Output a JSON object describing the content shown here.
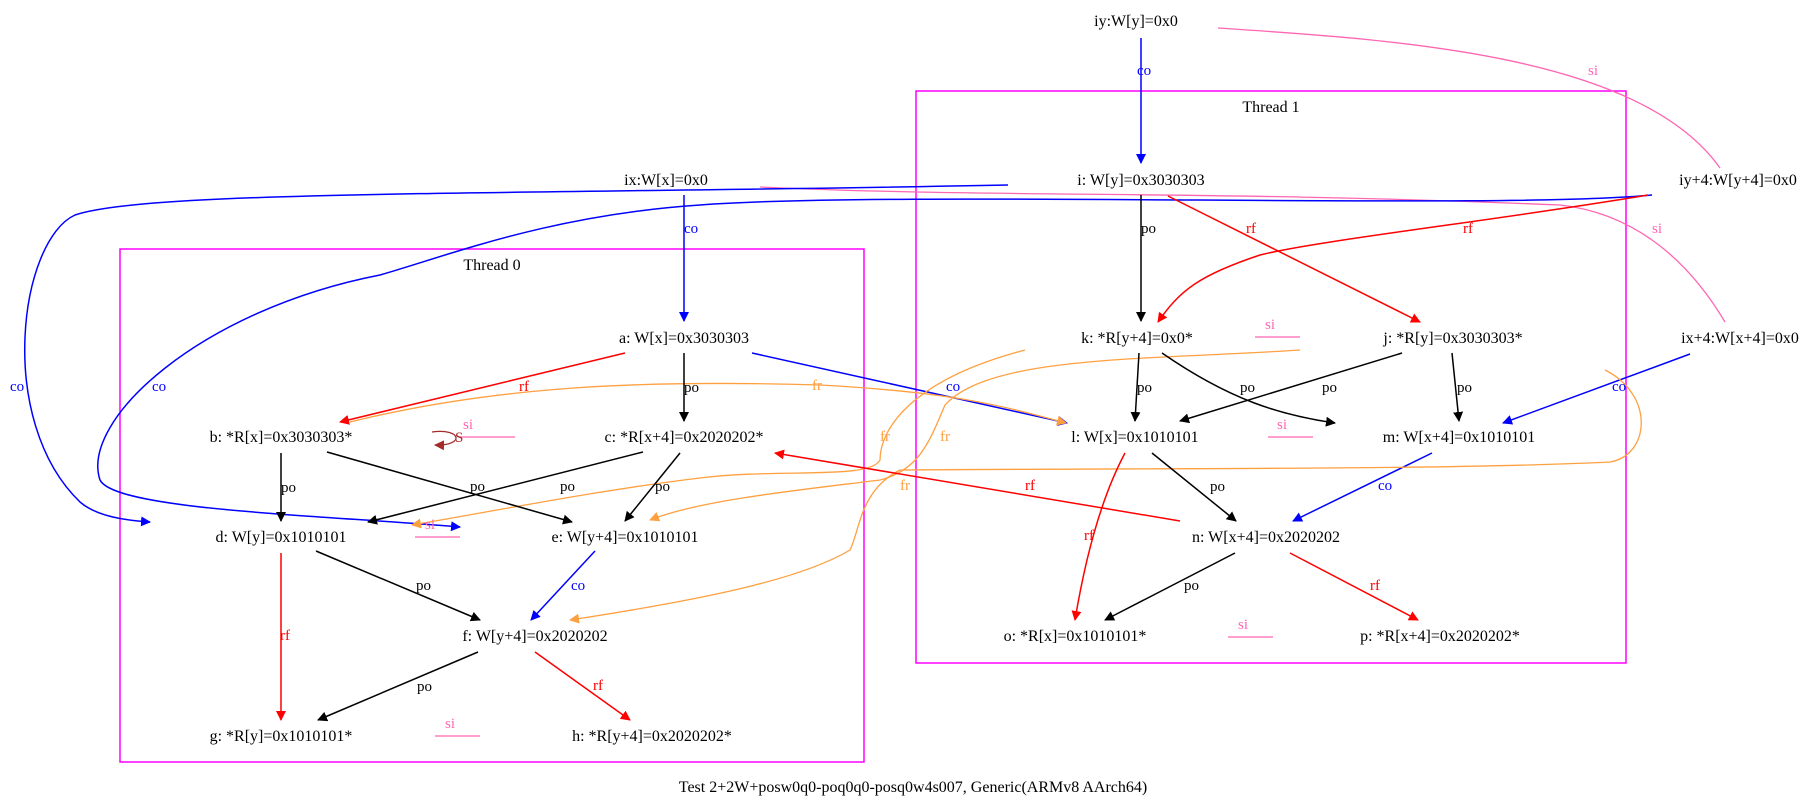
{
  "caption": "Test 2+2W+posw0q0-poq0q0-posq0w4s007, Generic(ARMv8 AArch64)",
  "colors": {
    "po": "#000000",
    "rf": "#ff0000",
    "co": "#0000ff",
    "fr": "#ffa040",
    "si": "#ff66b2",
    "cluster": "#ff00ff",
    "self_loop": "#a52a2a"
  },
  "clusters": {
    "thread0": "Thread 0",
    "thread1": "Thread 1"
  },
  "nodes": {
    "iy": "iy:W[y]=0x0",
    "ix": "ix:W[x]=0x0",
    "iy4": "iy+4:W[y+4]=0x0",
    "ix4": "ix+4:W[x+4]=0x0",
    "a": "a: W[x]=0x3030303",
    "b": "b: *R[x]=0x3030303*",
    "c": "c: *R[x+4]=0x2020202*",
    "d": "d: W[y]=0x1010101",
    "e": "e: W[y+4]=0x1010101",
    "f": "f: W[y+4]=0x2020202",
    "g": "g: *R[y]=0x1010101*",
    "h": "h: *R[y+4]=0x2020202*",
    "i": "i: W[y]=0x3030303",
    "j": "j: *R[y]=0x3030303*",
    "k": "k: *R[y+4]=0x0*",
    "l": "l: W[x]=0x1010101",
    "m": "m: W[x+4]=0x1010101",
    "n": "n: W[x+4]=0x2020202",
    "o": "o: *R[x]=0x1010101*",
    "p": "p: *R[x+4]=0x2020202*"
  },
  "edge_labels": {
    "po": "po",
    "rf": "rf",
    "co": "co",
    "fr": "fr",
    "si": "si",
    "self": "S"
  }
}
